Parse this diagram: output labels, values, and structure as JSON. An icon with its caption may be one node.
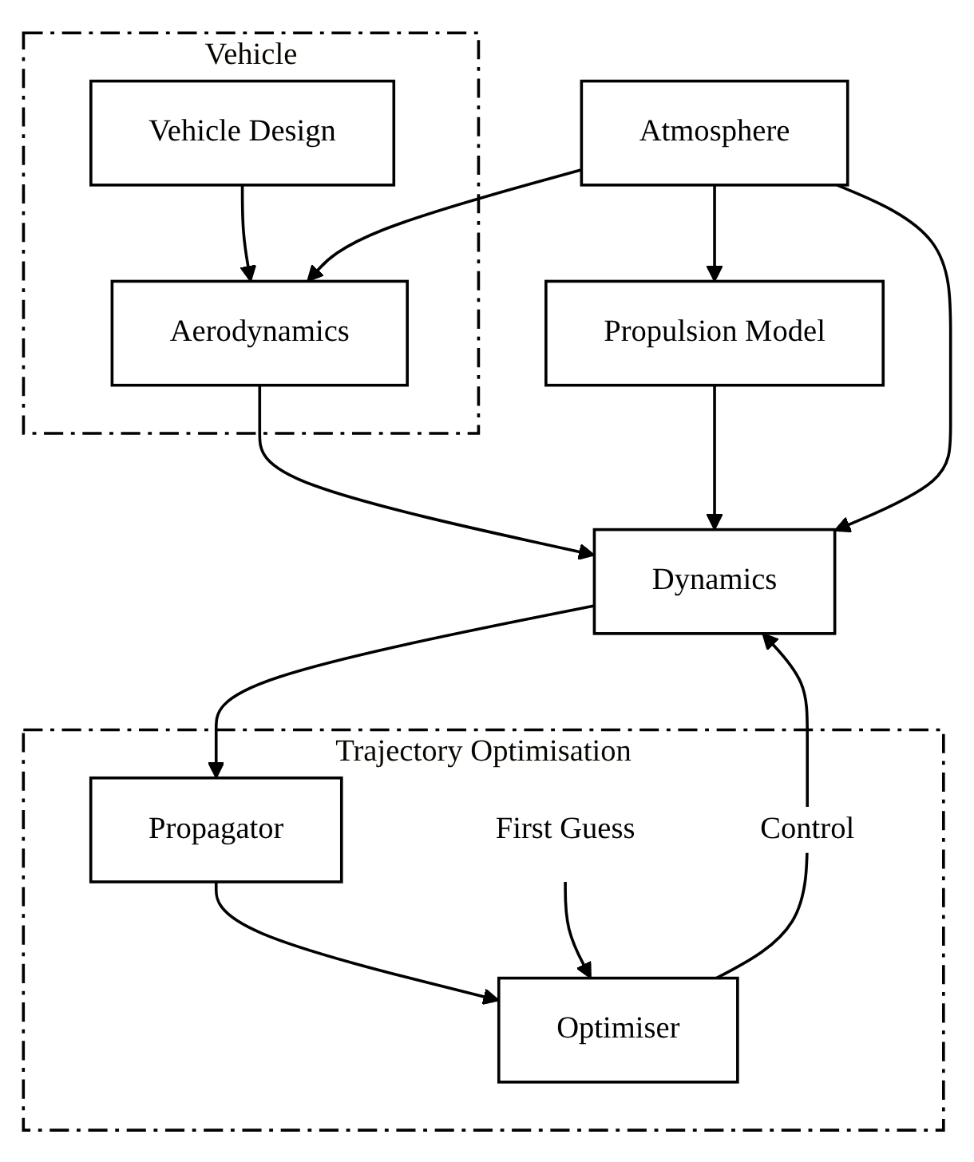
{
  "diagram": {
    "nodes": [
      {
        "text": [
          "Vehicle"
        ]
      },
      {
        "text": [
          "Vehicle Design"
        ],
        "in": 0
      },
      {
        "text": [
          "Atmosphere"
        ]
      },
      {
        "text": [
          "Aerodynamics"
        ],
        "in": 0
      },
      {
        "text": [
          "Propulsion Model"
        ]
      },
      {
        "text": [
          "Dynamics"
        ]
      },
      {
        "text": [
          "Trajectory Optimisation"
        ]
      },
      {
        "text": [
          "Propagator"
        ],
        "in": 6
      },
      {
        "text": [
          "Optimiser"
        ],
        "in": 6
      },
      {
        "text": [
          "First Guess"
        ],
        "in": 6
      }
    ],
    "edges": [
      {
        "from": 1,
        "to": 3,
        "arrow": "to"
      },
      {
        "from": 2,
        "to": 3,
        "arrow": "to"
      },
      {
        "from": 2,
        "to": 4,
        "arrow": "to"
      },
      {
        "from": 2,
        "to": 5,
        "arrow": "to"
      },
      {
        "from": 3,
        "to": 5,
        "arrow": "to"
      },
      {
        "from": 4,
        "to": 5,
        "arrow": "to"
      },
      {
        "from": 5,
        "to": 7,
        "arrow": "to"
      },
      {
        "from": 7,
        "to": 8,
        "arrow": "to"
      },
      {
        "from": 8,
        "to": 5,
        "arrow": "to",
        "label": "Control"
      },
      {
        "from": 9,
        "to": 8,
        "arrow": "to"
      }
    ]
  }
}
